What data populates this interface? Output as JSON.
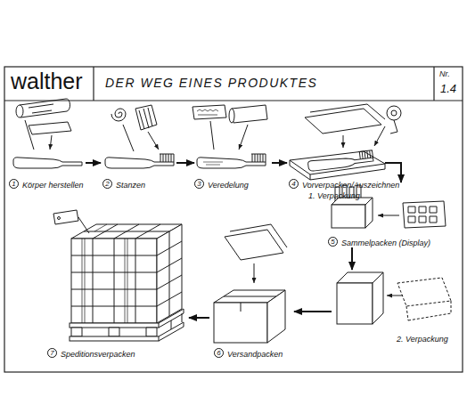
{
  "diagram": {
    "title": "DER WEG EINES PRODUKTES",
    "nodes": [
      {
        "text": [
          "1",
          "Körper herstellen"
        ]
      },
      {
        "text": [
          "2",
          "Stanzen"
        ]
      },
      {
        "text": [
          "3",
          "Veredelung"
        ]
      },
      {
        "text": [
          "4",
          "Vorverpacken/Auszeichnen",
          "1. Verpackung"
        ]
      },
      {
        "text": [
          "5",
          "Sammelpacken (Display)"
        ]
      },
      {
        "text": [
          "2. Verpackung"
        ]
      },
      {
        "text": [
          "6",
          "Versandpacken"
        ]
      },
      {
        "text": [
          "7",
          "Speditionsverpacken"
        ]
      }
    ],
    "edges": [
      {
        "from": 0,
        "to": 1,
        "arrow": "to"
      },
      {
        "from": 1,
        "to": 2,
        "arrow": "to"
      },
      {
        "from": 2,
        "to": 3,
        "arrow": "to"
      },
      {
        "from": 3,
        "to": 4,
        "arrow": "to"
      },
      {
        "from": 4,
        "to": 5,
        "arrow": "to"
      },
      {
        "from": 5,
        "to": 6,
        "arrow": "to"
      },
      {
        "from": 6,
        "to": 7,
        "arrow": "to"
      }
    ],
    "labels": [
      "walther",
      "Nr.",
      "1.4"
    ]
  }
}
